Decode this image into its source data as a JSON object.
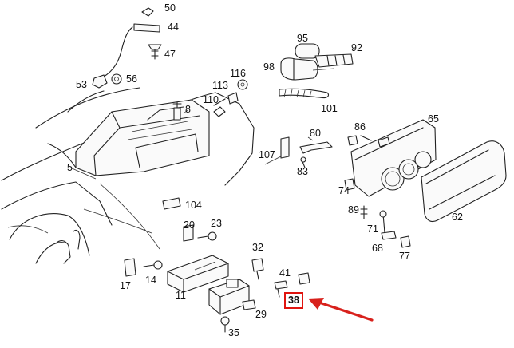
{
  "callouts": {
    "c50": "50",
    "c44": "44",
    "c47": "47",
    "c53": "53",
    "c56": "56",
    "c95": "95",
    "c92": "92",
    "c98": "98",
    "c101": "101",
    "c116": "116",
    "c113": "113",
    "c110": "110",
    "c8": "8",
    "c86": "86",
    "c65": "65",
    "c80": "80",
    "c107": "107",
    "c83": "83",
    "c5": "5",
    "c74": "74",
    "c104": "104",
    "c89": "89",
    "c62": "62",
    "c20": "20",
    "c23": "23",
    "c71": "71",
    "c68": "68",
    "c77": "77",
    "c32": "32",
    "c17": "17",
    "c14": "14",
    "c41": "41",
    "c11": "11",
    "c38": "38",
    "c29": "29",
    "c35": "35"
  },
  "highlight": {
    "part": "38",
    "box_color": "#e0140f",
    "arrow_color": "#d8211c"
  }
}
